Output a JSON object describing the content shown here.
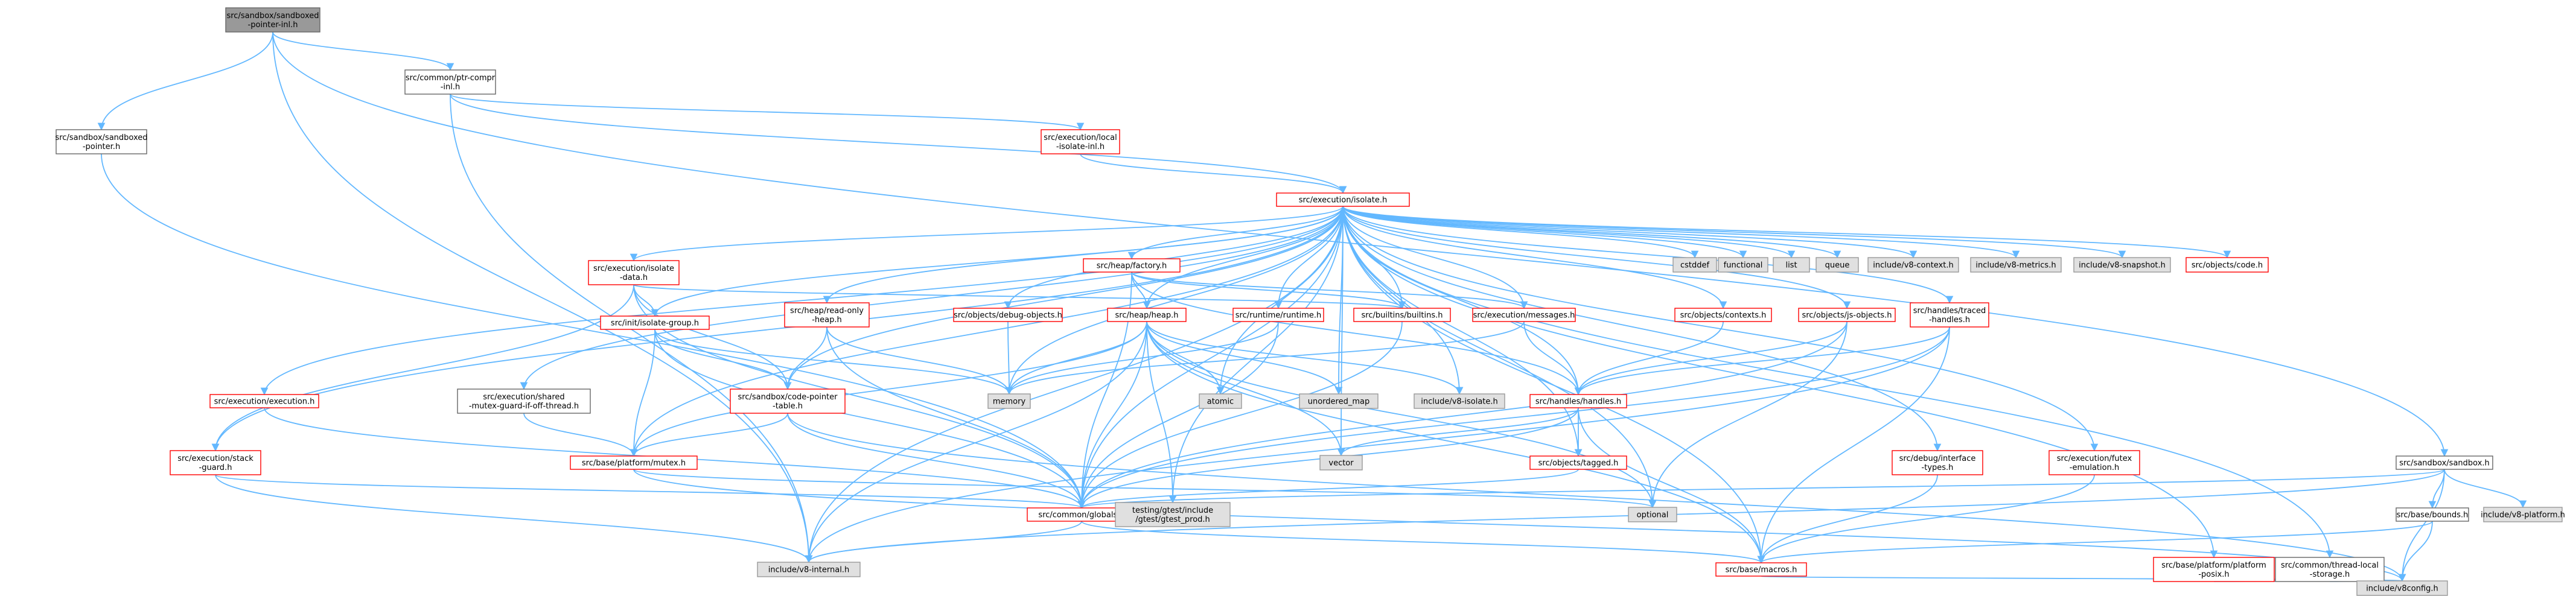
{
  "graph": {
    "type": "include-dependency-graph",
    "colors": {
      "root_fill": "#999999",
      "root_stroke": "#666666",
      "red_fill": "#ffffff",
      "red_stroke": "#ff0000",
      "plain_fill": "#ffffff",
      "plain_stroke": "#666666",
      "system_fill": "#e0e0e0",
      "system_stroke": "#999999",
      "edge": "#63b8ff"
    },
    "nodes": [
      {
        "id": "root",
        "style": "root",
        "lines": [
          "src/sandbox/sandboxed",
          "-pointer-inl.h"
        ]
      },
      {
        "id": "ptrcompr",
        "style": "plain",
        "lines": [
          "src/common/ptr-compr",
          "-inl.h"
        ]
      },
      {
        "id": "sandboxedptr",
        "style": "plain",
        "lines": [
          "src/sandbox/sandboxed",
          "-pointer.h"
        ]
      },
      {
        "id": "localiso",
        "style": "red",
        "lines": [
          "src/execution/local",
          "-isolate-inl.h"
        ]
      },
      {
        "id": "isolate",
        "style": "red",
        "lines": [
          "src/execution/isolate.h"
        ]
      },
      {
        "id": "isodata",
        "style": "red",
        "lines": [
          "src/execution/isolate",
          "-data.h"
        ]
      },
      {
        "id": "factory",
        "style": "red",
        "lines": [
          "src/heap/factory.h"
        ]
      },
      {
        "id": "cstddef",
        "style": "system",
        "lines": [
          "cstddef"
        ]
      },
      {
        "id": "functional",
        "style": "system",
        "lines": [
          "functional"
        ]
      },
      {
        "id": "list",
        "style": "system",
        "lines": [
          "list"
        ]
      },
      {
        "id": "queue",
        "style": "system",
        "lines": [
          "queue"
        ]
      },
      {
        "id": "v8context",
        "style": "system",
        "lines": [
          "include/v8-context.h"
        ]
      },
      {
        "id": "v8metrics",
        "style": "system",
        "lines": [
          "include/v8-metrics.h"
        ]
      },
      {
        "id": "v8snapshot",
        "style": "system",
        "lines": [
          "include/v8-snapshot.h"
        ]
      },
      {
        "id": "objcode",
        "style": "red",
        "lines": [
          "src/objects/code.h"
        ]
      },
      {
        "id": "initgroup",
        "style": "red",
        "lines": [
          "src/init/isolate-group.h"
        ]
      },
      {
        "id": "readonly",
        "style": "red",
        "lines": [
          "src/heap/read-only",
          "-heap.h"
        ]
      },
      {
        "id": "debugobj",
        "style": "red",
        "lines": [
          "src/objects/debug-objects.h"
        ]
      },
      {
        "id": "heap",
        "style": "red",
        "lines": [
          "src/heap/heap.h"
        ]
      },
      {
        "id": "runtime",
        "style": "red",
        "lines": [
          "src/runtime/runtime.h"
        ]
      },
      {
        "id": "builtins",
        "style": "red",
        "lines": [
          "src/builtins/builtins.h"
        ]
      },
      {
        "id": "messages",
        "style": "red",
        "lines": [
          "src/execution/messages.h"
        ]
      },
      {
        "id": "contexts",
        "style": "red",
        "lines": [
          "src/objects/contexts.h"
        ]
      },
      {
        "id": "jsobjects",
        "style": "red",
        "lines": [
          "src/objects/js-objects.h"
        ]
      },
      {
        "id": "traced",
        "style": "red",
        "lines": [
          "src/handles/traced",
          "-handles.h"
        ]
      },
      {
        "id": "execution",
        "style": "red",
        "lines": [
          "src/execution/execution.h"
        ]
      },
      {
        "id": "sharedmutex",
        "style": "plain",
        "lines": [
          "src/execution/shared",
          "-mutex-guard-if-off-thread.h"
        ]
      },
      {
        "id": "codeptr",
        "style": "red",
        "lines": [
          "src/sandbox/code-pointer",
          "-table.h"
        ]
      },
      {
        "id": "memory",
        "style": "system",
        "lines": [
          "memory"
        ]
      },
      {
        "id": "atomic",
        "style": "system",
        "lines": [
          "atomic"
        ]
      },
      {
        "id": "unordered",
        "style": "system",
        "lines": [
          "unordered_map"
        ]
      },
      {
        "id": "v8isolate",
        "style": "system",
        "lines": [
          "include/v8-isolate.h"
        ]
      },
      {
        "id": "handles",
        "style": "red",
        "lines": [
          "src/handles/handles.h"
        ]
      },
      {
        "id": "vector",
        "style": "system",
        "lines": [
          "vector"
        ]
      },
      {
        "id": "stackguard",
        "style": "red",
        "lines": [
          "src/execution/stack",
          "-guard.h"
        ]
      },
      {
        "id": "mutex",
        "style": "red",
        "lines": [
          "src/base/platform/mutex.h"
        ]
      },
      {
        "id": "tagged",
        "style": "red",
        "lines": [
          "src/objects/tagged.h"
        ]
      },
      {
        "id": "debugiface",
        "style": "red",
        "lines": [
          "src/debug/interface",
          "-types.h"
        ]
      },
      {
        "id": "futex",
        "style": "red",
        "lines": [
          "src/execution/futex",
          "-emulation.h"
        ]
      },
      {
        "id": "sandbox",
        "style": "plain",
        "lines": [
          "src/sandbox/sandbox.h"
        ]
      },
      {
        "id": "globals",
        "style": "red",
        "lines": [
          "src/common/globals.h"
        ]
      },
      {
        "id": "gtest",
        "style": "system",
        "lines": [
          "testing/gtest/include",
          "/gtest/gtest_prod.h"
        ]
      },
      {
        "id": "optional",
        "style": "system",
        "lines": [
          "optional"
        ]
      },
      {
        "id": "bounds",
        "style": "plain",
        "lines": [
          "src/base/bounds.h"
        ]
      },
      {
        "id": "v8platform",
        "style": "system",
        "lines": [
          "include/v8-platform.h"
        ]
      },
      {
        "id": "v8internal",
        "style": "system",
        "lines": [
          "include/v8-internal.h"
        ]
      },
      {
        "id": "macros",
        "style": "red",
        "lines": [
          "src/base/macros.h"
        ]
      },
      {
        "id": "posix",
        "style": "red",
        "lines": [
          "src/base/platform/platform",
          "-posix.h"
        ]
      },
      {
        "id": "threadlocal",
        "style": "plain",
        "lines": [
          "src/common/thread-local",
          "-storage.h"
        ]
      },
      {
        "id": "v8config",
        "style": "system",
        "lines": [
          "include/v8config.h"
        ]
      }
    ],
    "edges": [
      [
        "root",
        "ptrcompr"
      ],
      [
        "root",
        "sandboxedptr"
      ],
      [
        "root",
        "sandbox"
      ],
      [
        "root",
        "v8internal"
      ],
      [
        "ptrcompr",
        "localiso"
      ],
      [
        "ptrcompr",
        "isolate"
      ],
      [
        "ptrcompr",
        "v8internal"
      ],
      [
        "sandboxedptr",
        "globals"
      ],
      [
        "localiso",
        "isolate"
      ],
      [
        "isolate",
        "isodata"
      ],
      [
        "isolate",
        "factory"
      ],
      [
        "isolate",
        "cstddef"
      ],
      [
        "isolate",
        "functional"
      ],
      [
        "isolate",
        "list"
      ],
      [
        "isolate",
        "queue"
      ],
      [
        "isolate",
        "v8context"
      ],
      [
        "isolate",
        "v8metrics"
      ],
      [
        "isolate",
        "v8snapshot"
      ],
      [
        "isolate",
        "objcode"
      ],
      [
        "isolate",
        "initgroup"
      ],
      [
        "isolate",
        "readonly"
      ],
      [
        "isolate",
        "debugobj"
      ],
      [
        "isolate",
        "heap"
      ],
      [
        "isolate",
        "runtime"
      ],
      [
        "isolate",
        "builtins"
      ],
      [
        "isolate",
        "messages"
      ],
      [
        "isolate",
        "contexts"
      ],
      [
        "isolate",
        "jsobjects"
      ],
      [
        "isolate",
        "traced"
      ],
      [
        "isolate",
        "execution"
      ],
      [
        "isolate",
        "sharedmutex"
      ],
      [
        "isolate",
        "codeptr"
      ],
      [
        "isolate",
        "memory"
      ],
      [
        "isolate",
        "atomic"
      ],
      [
        "isolate",
        "unordered"
      ],
      [
        "isolate",
        "v8isolate"
      ],
      [
        "isolate",
        "handles"
      ],
      [
        "isolate",
        "vector"
      ],
      [
        "isolate",
        "stackguard"
      ],
      [
        "isolate",
        "mutex"
      ],
      [
        "isolate",
        "tagged"
      ],
      [
        "isolate",
        "debugiface"
      ],
      [
        "isolate",
        "futex"
      ],
      [
        "isolate",
        "globals"
      ],
      [
        "isolate",
        "gtest"
      ],
      [
        "isolate",
        "optional"
      ],
      [
        "isolate",
        "macros"
      ],
      [
        "isolate",
        "posix"
      ],
      [
        "isolate",
        "threadlocal"
      ],
      [
        "isolate",
        "v8internal"
      ],
      [
        "isodata",
        "initgroup"
      ],
      [
        "isodata",
        "builtins"
      ],
      [
        "isodata",
        "codeptr"
      ],
      [
        "isodata",
        "stackguard"
      ],
      [
        "isodata",
        "globals"
      ],
      [
        "factory",
        "heap"
      ],
      [
        "factory",
        "builtins"
      ],
      [
        "factory",
        "messages"
      ],
      [
        "factory",
        "handles"
      ],
      [
        "factory",
        "globals"
      ],
      [
        "initgroup",
        "codeptr"
      ],
      [
        "initgroup",
        "mutex"
      ],
      [
        "initgroup",
        "memory"
      ],
      [
        "initgroup",
        "globals"
      ],
      [
        "readonly",
        "codeptr"
      ],
      [
        "readonly",
        "memory"
      ],
      [
        "readonly",
        "globals"
      ],
      [
        "debugobj",
        "memory"
      ],
      [
        "heap",
        "memory"
      ],
      [
        "heap",
        "atomic"
      ],
      [
        "heap",
        "unordered"
      ],
      [
        "heap",
        "vector"
      ],
      [
        "heap",
        "mutex"
      ],
      [
        "heap",
        "globals"
      ],
      [
        "heap",
        "gtest"
      ],
      [
        "heap",
        "optional"
      ],
      [
        "heap",
        "v8internal"
      ],
      [
        "heap",
        "v8isolate"
      ],
      [
        "heap",
        "macros"
      ],
      [
        "runtime",
        "memory"
      ],
      [
        "runtime",
        "globals"
      ],
      [
        "builtins",
        "globals"
      ],
      [
        "messages",
        "memory"
      ],
      [
        "messages",
        "handles"
      ],
      [
        "contexts",
        "handles"
      ],
      [
        "jsobjects",
        "handles"
      ],
      [
        "jsobjects",
        "globals"
      ],
      [
        "jsobjects",
        "optional"
      ],
      [
        "traced",
        "handles"
      ],
      [
        "traced",
        "globals"
      ],
      [
        "traced",
        "macros"
      ],
      [
        "traced",
        "v8internal"
      ],
      [
        "execution",
        "globals"
      ],
      [
        "sharedmutex",
        "mutex"
      ],
      [
        "codeptr",
        "mutex"
      ],
      [
        "codeptr",
        "globals"
      ],
      [
        "codeptr",
        "v8config"
      ],
      [
        "handles",
        "vector"
      ],
      [
        "handles",
        "tagged"
      ],
      [
        "handles",
        "globals"
      ],
      [
        "handles",
        "macros"
      ],
      [
        "stackguard",
        "globals"
      ],
      [
        "stackguard",
        "v8internal"
      ],
      [
        "mutex",
        "optional"
      ],
      [
        "mutex",
        "v8config"
      ],
      [
        "tagged",
        "globals"
      ],
      [
        "debugiface",
        "macros"
      ],
      [
        "futex",
        "macros"
      ],
      [
        "sandbox",
        "globals"
      ],
      [
        "sandbox",
        "bounds"
      ],
      [
        "sandbox",
        "v8platform"
      ],
      [
        "sandbox",
        "v8internal"
      ],
      [
        "sandbox",
        "v8config"
      ],
      [
        "globals",
        "v8internal"
      ],
      [
        "globals",
        "macros"
      ],
      [
        "bounds",
        "macros"
      ],
      [
        "bounds",
        "v8config"
      ],
      [
        "macros",
        "v8config"
      ],
      [
        "posix",
        "v8config"
      ],
      [
        "threadlocal",
        "v8config"
      ]
    ]
  }
}
